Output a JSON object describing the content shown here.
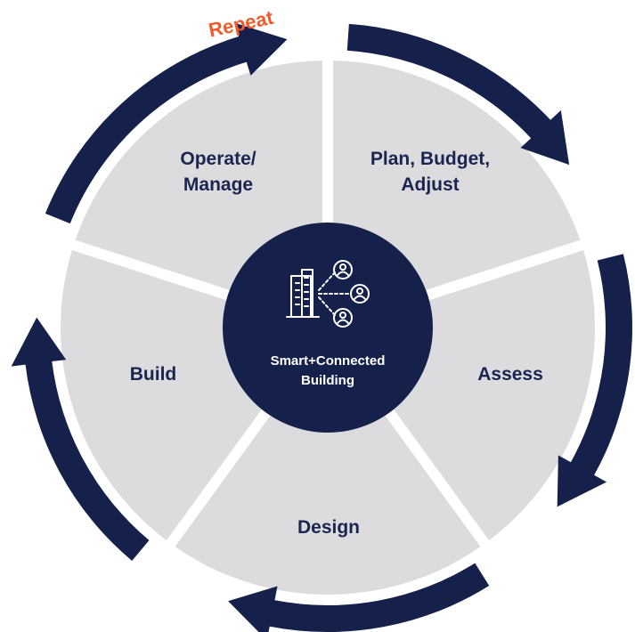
{
  "diagram": {
    "center": {
      "icon": "smart-building-icon",
      "line1": "Smart+Connected",
      "line2": "Building"
    },
    "repeat_label": "Repeat",
    "segments": [
      {
        "id": "plan",
        "line1": "Plan, Budget,",
        "line2": "Adjust"
      },
      {
        "id": "assess",
        "line1": "Assess",
        "line2": ""
      },
      {
        "id": "design",
        "line1": "Design",
        "line2": ""
      },
      {
        "id": "build",
        "line1": "Build",
        "line2": ""
      },
      {
        "id": "operate",
        "line1": "Operate/",
        "line2": "Manage"
      }
    ]
  },
  "colors": {
    "navy": "#15214b",
    "segment_fill": "#dcdcde",
    "repeat_text": "#f05a28",
    "center_text": "#ffffff",
    "label_text": "#1a2550"
  }
}
